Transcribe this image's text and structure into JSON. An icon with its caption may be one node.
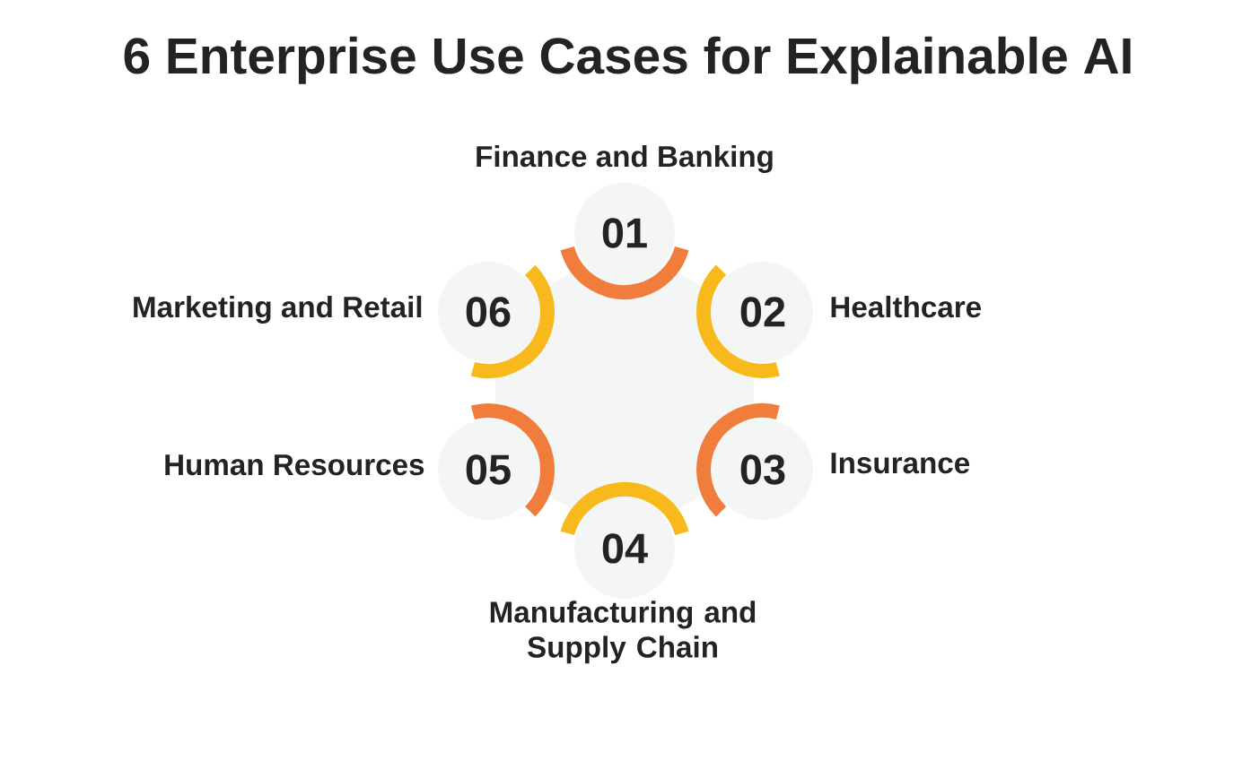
{
  "diagram": {
    "title": "6 Enterprise Use Cases for Explainable AI",
    "nodes": [
      {
        "text": [
          "01"
        ],
        "beside": [
          "Finance and Banking"
        ]
      },
      {
        "text": [
          "02"
        ],
        "beside": [
          "Healthcare"
        ]
      },
      {
        "text": [
          "03"
        ],
        "beside": [
          "Insurance"
        ]
      },
      {
        "text": [
          "04"
        ],
        "beside": [
          "Manufacturing and Supply Chain"
        ]
      },
      {
        "text": [
          "05"
        ],
        "beside": [
          "Human Resources"
        ]
      },
      {
        "text": [
          "06"
        ],
        "beside": [
          "Marketing and Retail"
        ]
      },
      {
        "text": [],
        "shape": "circle"
      }
    ]
  }
}
